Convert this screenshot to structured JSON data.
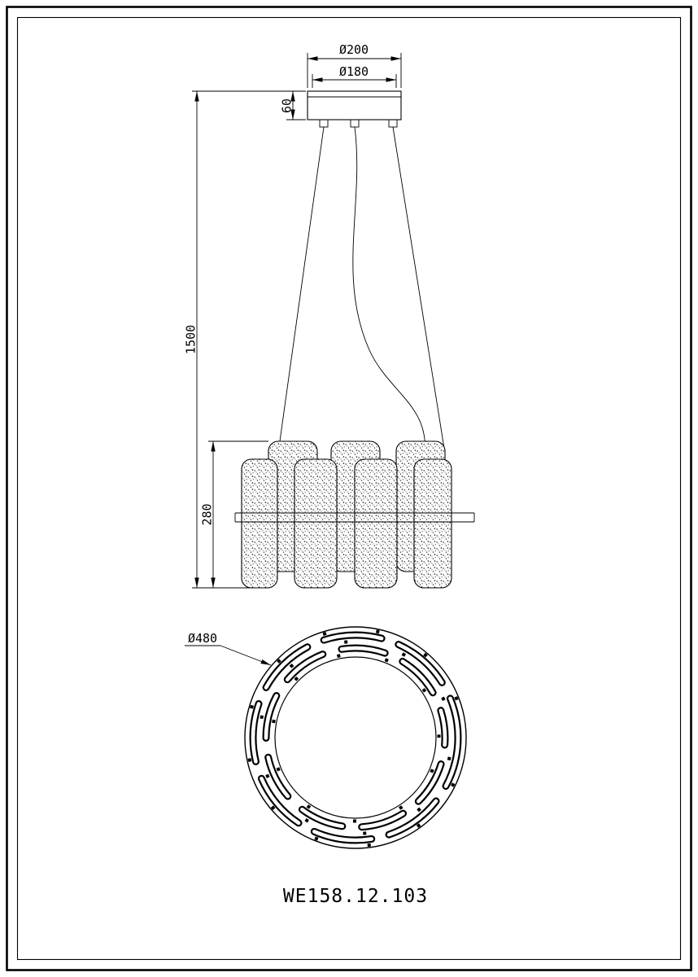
{
  "drawing": {
    "model": "WE158.12.103",
    "dims": {
      "canopy_outer_diameter": "Ø200",
      "canopy_mount_diameter": "Ø180",
      "canopy_height": "60",
      "suspension_length": "1500",
      "body_height": "280",
      "body_diameter": "Ø480"
    },
    "colors": {
      "line": "#000000",
      "background": "#ffffff"
    }
  }
}
